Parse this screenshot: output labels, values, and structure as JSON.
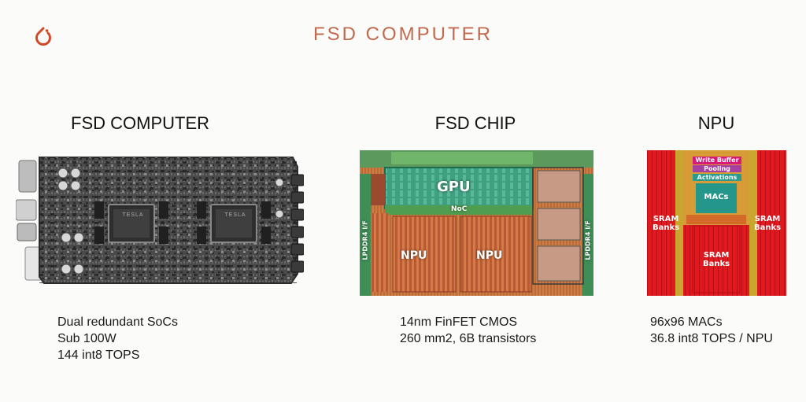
{
  "slide": {
    "title": "FSD COMPUTER"
  },
  "columns": [
    {
      "heading": "FSD COMPUTER",
      "lines": [
        "Dual redundant SoCs",
        "Sub 100W",
        "144 int8 TOPS"
      ]
    },
    {
      "heading": "FSD CHIP",
      "lines": [
        "14nm FinFET CMOS",
        "260 mm2, 6B transistors"
      ]
    },
    {
      "heading": "NPU",
      "lines": [
        "96x96 MACs",
        "36.8 int8 TOPS / NPU"
      ]
    }
  ],
  "chip": {
    "gpu": "GPU",
    "noc": "NoC",
    "npu_left": "NPU",
    "npu_right": "NPU",
    "lpddr_left": "LPDDR4 I/F",
    "lpddr_right": "LPDDR4 I/F"
  },
  "npu": {
    "write_buffer": "Write Buffer",
    "pooling": "Pooling",
    "activations": "Activations",
    "macs": "MACs",
    "sram_left": "SRAM Banks",
    "sram_right": "SRAM Banks",
    "sram_center": "SRAM Banks"
  },
  "board": {
    "chip_marking": "TESLA"
  },
  "colors": {
    "accent": "#c0694f",
    "npu_red": "#e3171e"
  }
}
